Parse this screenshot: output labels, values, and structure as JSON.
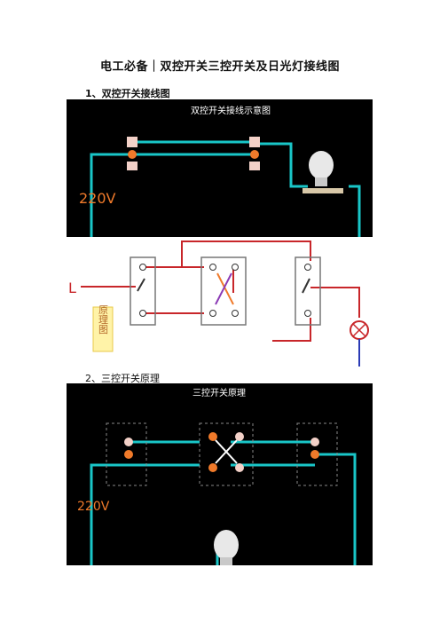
{
  "doc_title": "电工必备｜双控开关三控开关及日光灯接线图",
  "section1": "1、双控开关接线图",
  "section2": "2、三控开关原理",
  "fig1": {
    "title": "双控开关接线示意图",
    "voltage": "220V"
  },
  "fig2": {
    "line_label": "L",
    "legend": "原理图"
  },
  "fig3": {
    "title": "三控开关原理",
    "voltage": "220V"
  },
  "colors": {
    "wire_cyan": "#19c6c8",
    "wire_orange": "#f07a2a",
    "wire_red": "#c8262a",
    "wire_blue": "#2b3bb5",
    "background_dark": "#000000"
  }
}
